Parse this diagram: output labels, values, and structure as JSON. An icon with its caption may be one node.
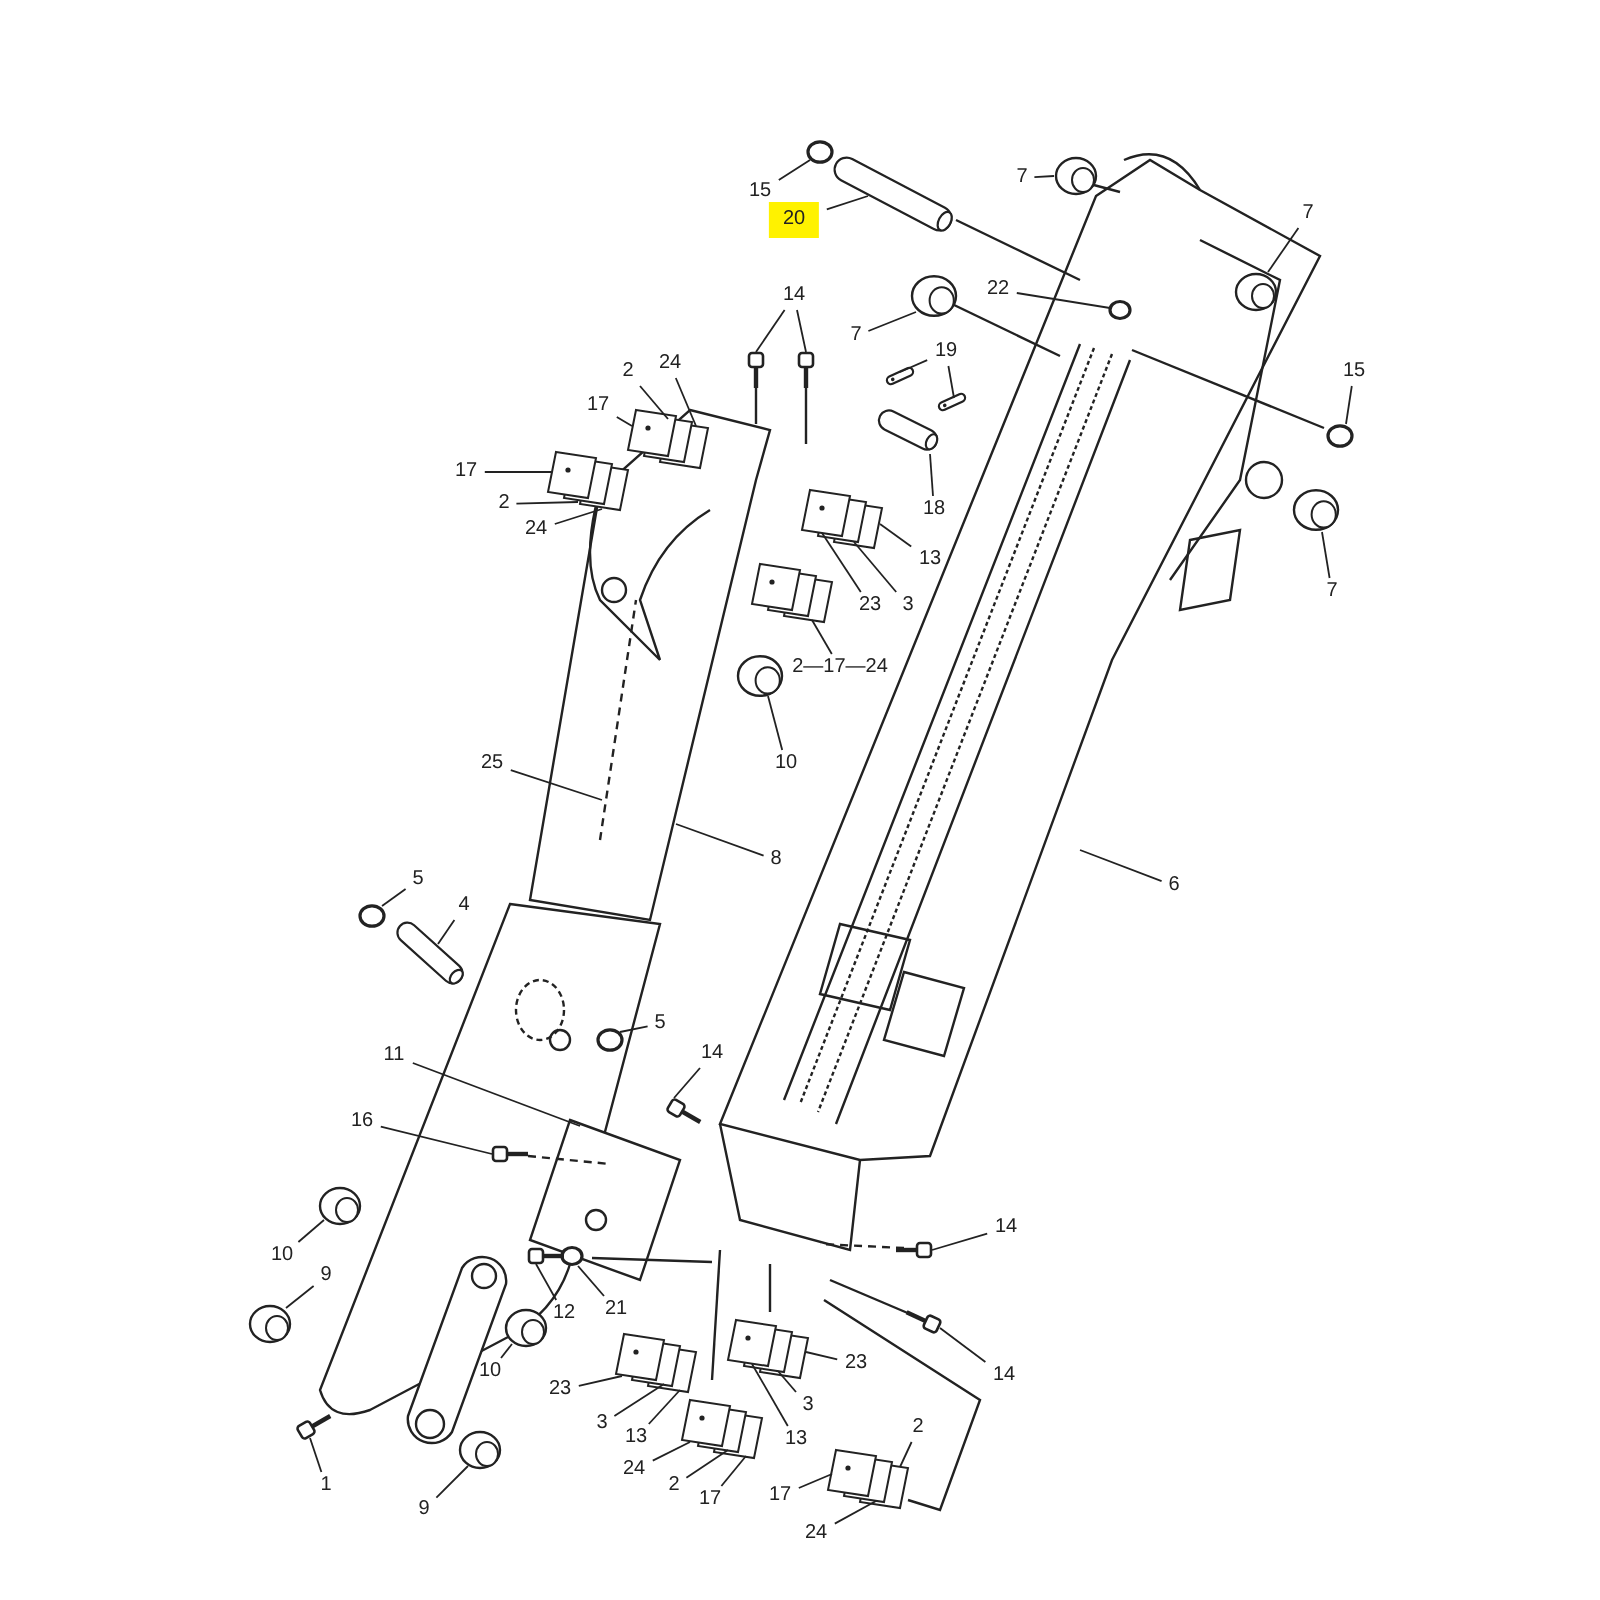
{
  "diagram": {
    "nodes": [
      {
        "text": [
          "15"
        ]
      },
      {
        "text": [
          "20"
        ]
      },
      {
        "text": [
          "7"
        ]
      },
      {
        "text": [
          "7"
        ]
      },
      {
        "text": [
          "22"
        ]
      },
      {
        "text": [
          "7"
        ]
      },
      {
        "text": [
          "14"
        ]
      },
      {
        "text": [
          "24"
        ]
      },
      {
        "text": [
          "2"
        ]
      },
      {
        "text": [
          "17"
        ]
      },
      {
        "text": [
          "19"
        ]
      },
      {
        "text": [
          "17"
        ]
      },
      {
        "text": [
          "2"
        ]
      },
      {
        "text": [
          "24"
        ]
      },
      {
        "text": [
          "18"
        ]
      },
      {
        "text": [
          "13"
        ]
      },
      {
        "text": [
          "23"
        ]
      },
      {
        "text": [
          "3"
        ]
      },
      {
        "text": [
          "2—17—24"
        ]
      },
      {
        "text": [
          "10"
        ]
      },
      {
        "text": [
          "25"
        ]
      },
      {
        "text": [
          "8"
        ]
      },
      {
        "text": [
          "6"
        ]
      },
      {
        "text": [
          "5"
        ]
      },
      {
        "text": [
          "4"
        ]
      },
      {
        "text": [
          "5"
        ]
      },
      {
        "text": [
          "11"
        ]
      },
      {
        "text": [
          "14"
        ]
      },
      {
        "text": [
          "16"
        ]
      },
      {
        "text": [
          "10"
        ]
      },
      {
        "text": [
          "9"
        ]
      },
      {
        "text": [
          "14"
        ]
      },
      {
        "text": [
          "12"
        ]
      },
      {
        "text": [
          "21"
        ]
      },
      {
        "text": [
          "10"
        ]
      },
      {
        "text": [
          "23"
        ]
      },
      {
        "text": [
          "23"
        ]
      },
      {
        "text": [
          "14"
        ]
      },
      {
        "text": [
          "3"
        ]
      },
      {
        "text": [
          "3"
        ]
      },
      {
        "text": [
          "13"
        ]
      },
      {
        "text": [
          "13"
        ]
      },
      {
        "text": [
          "1"
        ]
      },
      {
        "text": [
          "9"
        ]
      },
      {
        "text": [
          "24"
        ]
      },
      {
        "text": [
          "2"
        ]
      },
      {
        "text": [
          "17"
        ]
      },
      {
        "text": [
          "2"
        ]
      },
      {
        "text": [
          "17"
        ]
      },
      {
        "text": [
          "24"
        ]
      },
      {
        "text": [],
        "shape": "circle"
      },
      {
        "text": [],
        "shape": "cylinder"
      },
      {
        "text": [],
        "shape": "cylinder"
      },
      {
        "text": [],
        "shape": "cylinder"
      },
      {
        "text": [],
        "shape": "circle"
      },
      {
        "text": [],
        "shape": "cylinder"
      },
      {
        "text": [],
        "shape": "picture"
      },
      {
        "text": [],
        "shape": "picture"
      },
      {
        "text": [],
        "shape": "box"
      },
      {
        "text": [],
        "shape": "box"
      },
      {
        "text": [],
        "shape": "box"
      },
      {
        "text": [],
        "shape": "box"
      },
      {
        "text": [],
        "shape": "box"
      },
      {
        "text": [],
        "shape": "box"
      },
      {
        "text": [],
        "shape": "box"
      },
      {
        "text": [],
        "shape": "box"
      },
      {
        "text": [],
        "shape": "cylinder"
      },
      {
        "text": [],
        "shape": "box"
      },
      {
        "text": [],
        "shape": "box"
      },
      {
        "text": [],
        "shape": "box"
      },
      {
        "text": [],
        "shape": "box"
      },
      {
        "text": [],
        "shape": "box"
      },
      {
        "text": [],
        "shape": "box"
      },
      {
        "text": [],
        "shape": "cylinder"
      },
      {
        "text": [],
        "shape": "circle"
      },
      {
        "text": [],
        "shape": "cylinder"
      },
      {
        "text": [],
        "shape": "circle"
      },
      {
        "text": [],
        "shape": "picture"
      },
      {
        "text": [],
        "shape": "picture"
      },
      {
        "text": [],
        "shape": "cylinder"
      },
      {
        "text": [],
        "shape": "cylinder"
      },
      {
        "text": [],
        "shape": "picture"
      },
      {
        "text": [],
        "shape": "picture"
      },
      {
        "text": [],
        "shape": "circle"
      },
      {
        "text": [],
        "shape": "cylinder"
      },
      {
        "text": [],
        "shape": "box"
      },
      {
        "text": [],
        "shape": "box"
      },
      {
        "text": [],
        "shape": "box"
      },
      {
        "text": [],
        "shape": "box"
      },
      {
        "text": [],
        "shape": "box"
      },
      {
        "text": [],
        "shape": "box"
      },
      {
        "text": [],
        "shape": "picture"
      },
      {
        "text": [],
        "shape": "picture"
      },
      {
        "text": [],
        "shape": "cylinder"
      },
      {
        "text": [],
        "shape": "box"
      },
      {
        "text": [],
        "shape": "box"
      },
      {
        "text": [],
        "shape": "box"
      },
      {
        "text": [],
        "shape": "box"
      },
      {
        "text": [],
        "shape": "box"
      },
      {
        "text": [],
        "shape": "box"
      },
      {
        "text": [
          "15"
        ]
      },
      {
        "text": [
          "7"
        ]
      },
      {
        "text": [],
        "shape": "circle"
      },
      {
        "text": [],
        "shape": "cylinder"
      }
    ],
    "edges": [
      {
        "from": 0,
        "to": 50,
        "arrow": "none"
      },
      {
        "from": 1,
        "to": 51,
        "arrow": "none"
      },
      {
        "from": 2,
        "to": 52,
        "arrow": "none"
      },
      {
        "from": 3,
        "to": 53,
        "arrow": "none"
      },
      {
        "from": 4,
        "to": 54,
        "arrow": "none"
      },
      {
        "from": 5,
        "to": 55,
        "arrow": "none"
      },
      {
        "from": 6,
        "to": 56,
        "arrow": "none"
      },
      {
        "from": 6,
        "to": 57,
        "arrow": "none"
      },
      {
        "from": 7,
        "to": 60,
        "arrow": "none"
      },
      {
        "from": 8,
        "to": 59,
        "arrow": "none"
      },
      {
        "from": 9,
        "to": 58,
        "arrow": "none"
      },
      {
        "from": 10,
        "to": 64,
        "arrow": "none"
      },
      {
        "from": 10,
        "to": 65,
        "arrow": "none"
      },
      {
        "from": 11,
        "to": 61,
        "arrow": "none"
      },
      {
        "from": 12,
        "to": 62,
        "arrow": "none"
      },
      {
        "from": 13,
        "to": 63,
        "arrow": "none"
      },
      {
        "from": 14,
        "to": 66,
        "arrow": "none"
      },
      {
        "from": 15,
        "to": 69,
        "arrow": "none"
      },
      {
        "from": 16,
        "to": 67,
        "arrow": "none"
      },
      {
        "from": 17,
        "to": 68,
        "arrow": "none"
      },
      {
        "from": 18,
        "to": 72,
        "arrow": "none"
      },
      {
        "from": 19,
        "to": 73,
        "arrow": "none"
      },
      {
        "from": 20,
        "to": null,
        "arrow": "none"
      },
      {
        "from": 21,
        "to": null,
        "arrow": "none"
      },
      {
        "from": 22,
        "to": null,
        "arrow": "none"
      },
      {
        "from": 23,
        "to": 74,
        "arrow": "none"
      },
      {
        "from": 24,
        "to": 75,
        "arrow": "none"
      },
      {
        "from": 25,
        "to": 76,
        "arrow": "none"
      },
      {
        "from": 26,
        "to": null,
        "arrow": "none"
      },
      {
        "from": 27,
        "to": 77,
        "arrow": "none"
      },
      {
        "from": 28,
        "to": 78,
        "arrow": "none"
      },
      {
        "from": 29,
        "to": 79,
        "arrow": "none"
      },
      {
        "from": 30,
        "to": 80,
        "arrow": "none"
      },
      {
        "from": 31,
        "to": 81,
        "arrow": "none"
      },
      {
        "from": 32,
        "to": 82,
        "arrow": "none"
      },
      {
        "from": 33,
        "to": 83,
        "arrow": "none"
      },
      {
        "from": 34,
        "to": 84,
        "arrow": "none"
      },
      {
        "from": 35,
        "to": 85,
        "arrow": "none"
      },
      {
        "from": 36,
        "to": 90,
        "arrow": "none"
      },
      {
        "from": 37,
        "to": 91,
        "arrow": "none"
      },
      {
        "from": 38,
        "to": 86,
        "arrow": "none"
      },
      {
        "from": 39,
        "to": 89,
        "arrow": "none"
      },
      {
        "from": 40,
        "to": 87,
        "arrow": "none"
      },
      {
        "from": 41,
        "to": 88,
        "arrow": "none"
      },
      {
        "from": 42,
        "to": 92,
        "arrow": "none"
      },
      {
        "from": 43,
        "to": 93,
        "arrow": "none"
      },
      {
        "from": 44,
        "to": 94,
        "arrow": "none"
      },
      {
        "from": 45,
        "to": 95,
        "arrow": "none"
      },
      {
        "from": 46,
        "to": 96,
        "arrow": "none"
      },
      {
        "from": 47,
        "to": 99,
        "arrow": "none"
      },
      {
        "from": 48,
        "to": 97,
        "arrow": "none"
      },
      {
        "from": 49,
        "to": 98,
        "arrow": "none"
      },
      {
        "from": 100,
        "to": 102,
        "arrow": "none"
      },
      {
        "from": 101,
        "to": 103,
        "arrow": "none"
      }
    ]
  }
}
